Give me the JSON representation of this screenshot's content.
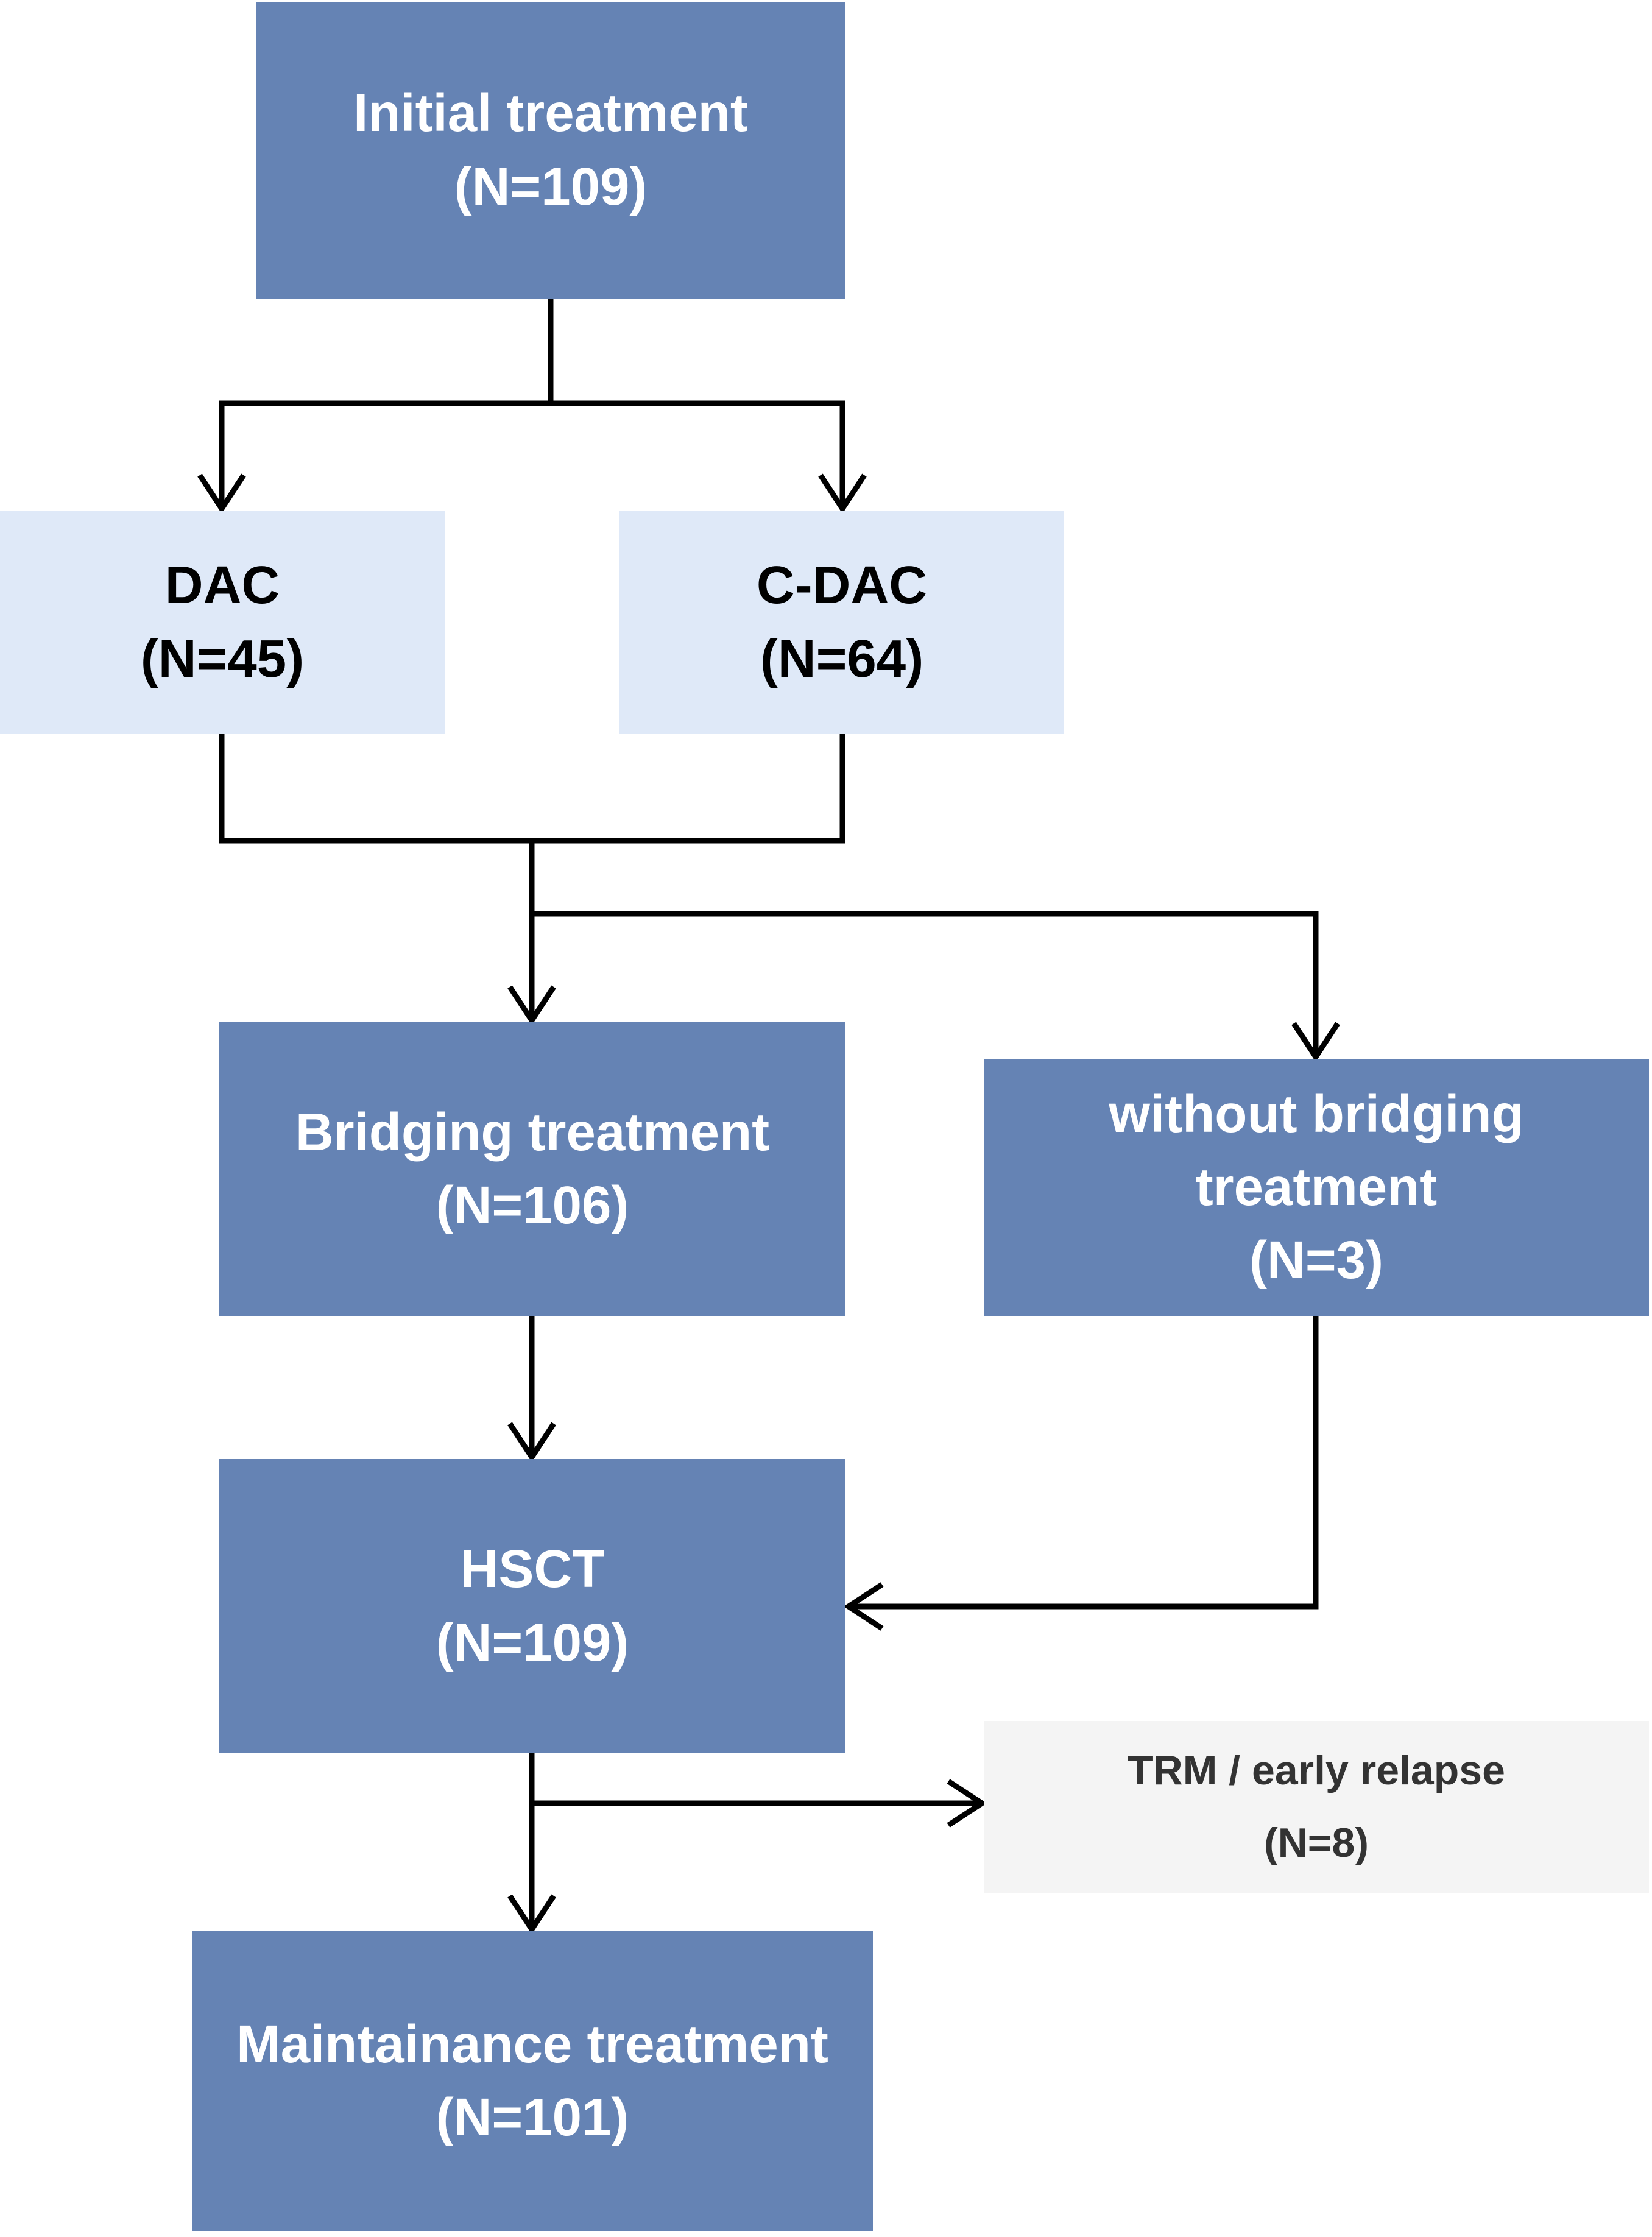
{
  "nodes": {
    "initial": {
      "title": "Initial treatment",
      "count": "(N=109)"
    },
    "dac": {
      "title": "DAC",
      "count": "(N=45)"
    },
    "cdac": {
      "title": "C-DAC",
      "count": "(N=64)"
    },
    "bridging": {
      "title": "Bridging treatment",
      "count": "(N=106)"
    },
    "without_bridging": {
      "title_line1": "without bridging",
      "title_line2": "treatment",
      "count": "(N=3)"
    },
    "hsct": {
      "title": "HSCT",
      "count": "(N=109)"
    },
    "trm": {
      "title": "TRM / early relapse",
      "count": "(N=8)"
    },
    "maintenance": {
      "title": "Maintainance treatment",
      "count": "(N=101)"
    }
  },
  "colors": {
    "dark_box": "#6583b4",
    "light_box": "#dfe9f8",
    "grey_box": "#f4f4f4",
    "connector": "#000000"
  }
}
